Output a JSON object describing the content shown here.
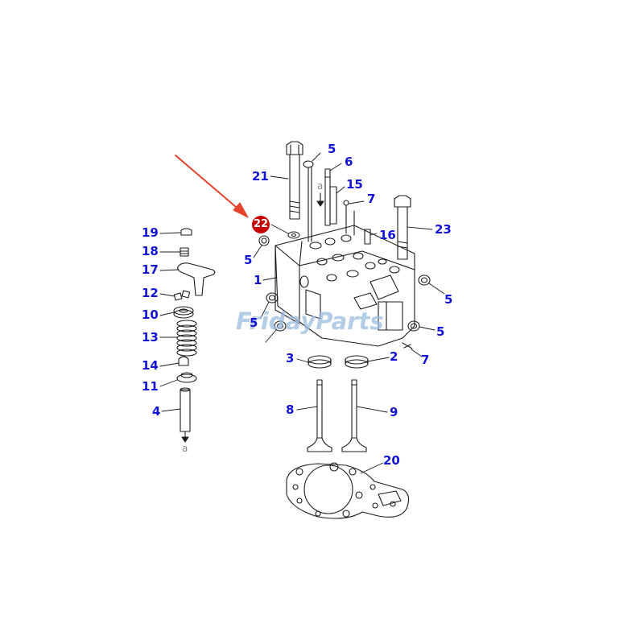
{
  "colors": {
    "callout": "#1212d8",
    "line": "#1c1c1c",
    "arrow": "#e5432c",
    "highlight_fill": "#c80000",
    "highlight_text": "#ffffff",
    "watermark": "#9bbde0",
    "watermark_accent": "#f3b23e"
  },
  "highlight": {
    "number": "22"
  },
  "watermark": {
    "text": "FridayParts"
  },
  "callouts": {
    "c21": "21",
    "c5a": "5",
    "c6": "6",
    "c15": "15",
    "c7a": "7",
    "c23": "23",
    "c16": "16",
    "c5b": "5",
    "c1": "1",
    "c5c": "5",
    "c5d": "5",
    "c5e": "5",
    "c7b": "7",
    "c3": "3",
    "c2": "2",
    "c8": "8",
    "c9": "9",
    "c20": "20",
    "c19": "19",
    "c18": "18",
    "c17": "17",
    "c12": "12",
    "c10": "10",
    "c13": "13",
    "c14": "14",
    "c11": "11",
    "c4": "4"
  },
  "markers": {
    "a_top": "a",
    "a_bottom": "a"
  }
}
